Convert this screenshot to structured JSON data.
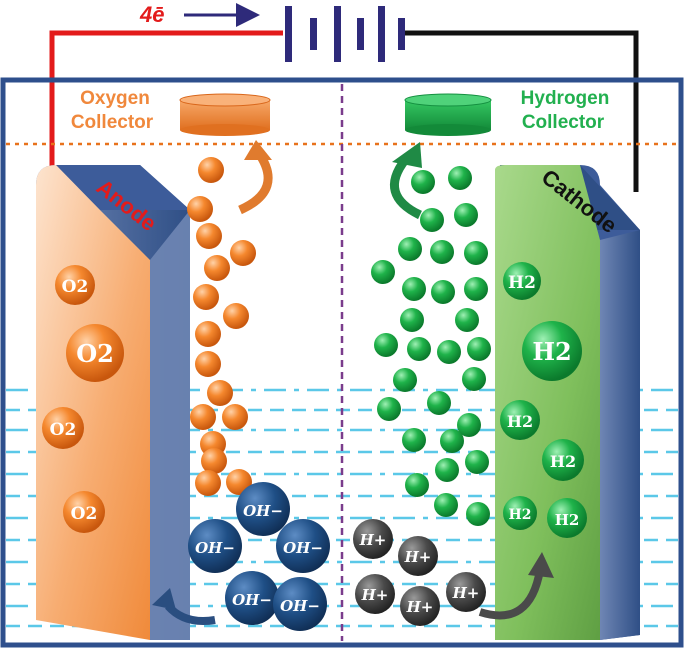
{
  "circuit": {
    "electron_label": "4ē",
    "colors": {
      "anode_wire": "#e31b1b",
      "cathode_wire": "#111111",
      "battery": "#2e2a7a"
    }
  },
  "collectors": {
    "oxygen": {
      "line1": "Oxygen",
      "line2": "Collector",
      "color": "#f0883c"
    },
    "hydrogen": {
      "line1": "Hydrogen",
      "line2": "Collector",
      "color": "#22b04f"
    }
  },
  "electrodes": {
    "anode": {
      "label": "Anode",
      "label_color": "#e31b1b",
      "face_color": "#f7a96a"
    },
    "cathode": {
      "label": "Cathode",
      "label_color": "#111111",
      "face_color": "#8bc46a"
    }
  },
  "molecules": {
    "o2": "O2",
    "h2": "H2",
    "oh": "OH−",
    "h_plus": "H+"
  },
  "colors": {
    "tank_border": "#2e4f8c",
    "divider": "#7a3c8c",
    "water_lines": "#5bc8e8",
    "orange_bubble": "#f07f22",
    "green_bubble": "#1fb34a",
    "ion_blue": "#1f4f86",
    "ion_gray": "#4a4a4a"
  }
}
